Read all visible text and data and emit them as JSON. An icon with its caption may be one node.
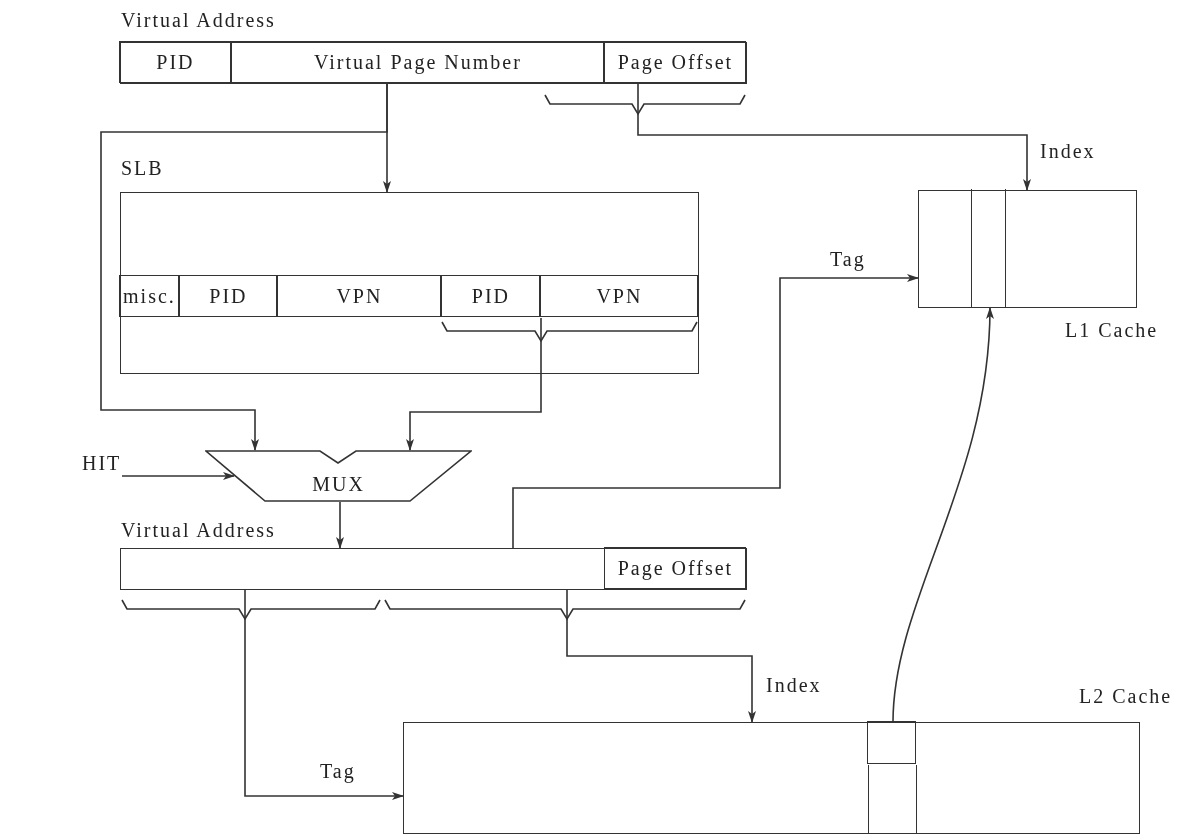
{
  "diagram": {
    "nodes": [
      {
        "text": [
          "Virtual Address"
        ]
      },
      {
        "text": [
          "PID"
        ],
        "in": 0
      },
      {
        "text": [
          "Virtual Page Number"
        ],
        "in": 0
      },
      {
        "text": [
          "Page Offset"
        ],
        "in": 0
      },
      {
        "text": [
          "SLB"
        ]
      },
      {
        "text": [
          "misc."
        ],
        "in": 4
      },
      {
        "text": [
          "PID"
        ],
        "in": 4
      },
      {
        "text": [
          "VPN"
        ],
        "in": 4
      },
      {
        "text": [
          "PID"
        ],
        "in": 4
      },
      {
        "text": [
          "VPN"
        ],
        "in": 4
      },
      {
        "text": [
          "MUX"
        ]
      },
      {
        "text": [
          "Virtual Address"
        ]
      },
      {
        "text": [
          "Page Offset"
        ],
        "in": 11
      },
      {
        "text": [
          "L1 Cache"
        ]
      },
      {
        "text": [],
        "shape": "box",
        "in": 13
      },
      {
        "text": [
          "L2 Cache"
        ]
      },
      {
        "text": [],
        "shape": "box",
        "in": 15
      },
      {
        "text": [
          "HIT"
        ]
      }
    ],
    "edges": [
      {
        "from": 2,
        "to": 4,
        "arrow": "to"
      },
      {
        "from": 2,
        "to": 10,
        "arrow": "to"
      },
      {
        "from": 3,
        "to": 13,
        "arrow": "to",
        "label": "Index"
      },
      {
        "from": 8,
        "to": 10,
        "arrow": "to"
      },
      {
        "from": 9,
        "to": 10,
        "arrow": "to"
      },
      {
        "from": 17,
        "to": 10,
        "arrow": "to"
      },
      {
        "from": 10,
        "to": 11,
        "arrow": "to"
      },
      {
        "from": 11,
        "to": 13,
        "arrow": "to",
        "label": "Tag"
      },
      {
        "from": 11,
        "to": 15,
        "arrow": "to",
        "label": "Tag"
      },
      {
        "from": 11,
        "to": 15,
        "arrow": "to",
        "label": "Index"
      },
      {
        "from": 16,
        "to": 14,
        "arrow": "to"
      }
    ]
  }
}
